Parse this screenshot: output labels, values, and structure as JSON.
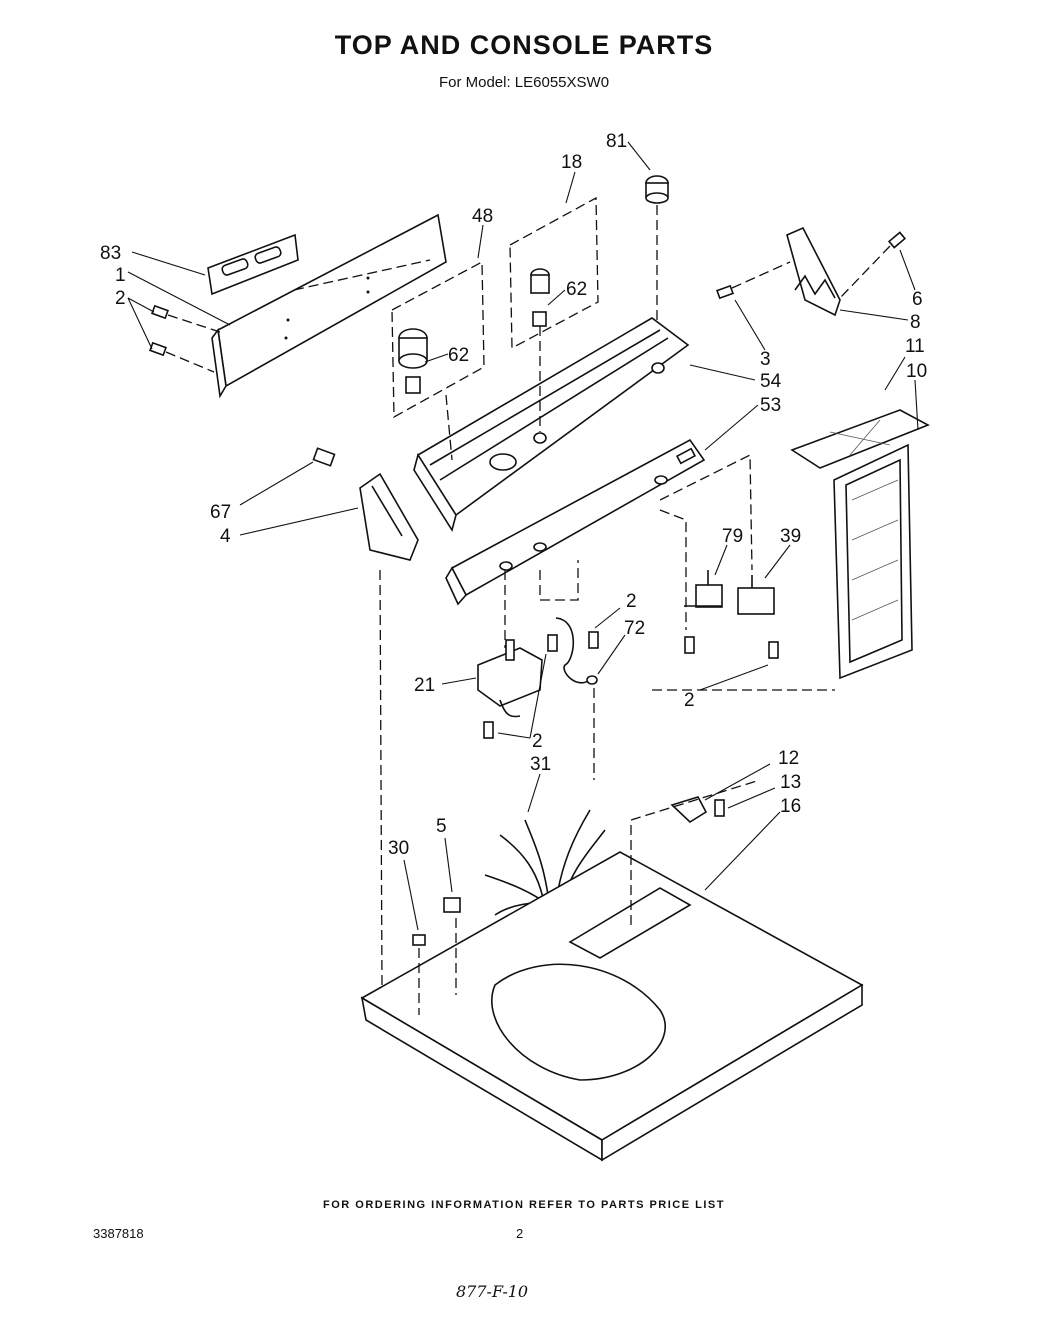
{
  "header": {
    "title": "TOP AND CONSOLE PARTS",
    "subtitle": "For Model: LE6055XSW0"
  },
  "callouts": [
    {
      "id": "c81",
      "label": "81"
    },
    {
      "id": "c18",
      "label": "18"
    },
    {
      "id": "c48",
      "label": "48"
    },
    {
      "id": "c83",
      "label": "83"
    },
    {
      "id": "c1",
      "label": "1"
    },
    {
      "id": "c2a",
      "label": "2"
    },
    {
      "id": "c62a",
      "label": "62"
    },
    {
      "id": "c62b",
      "label": "62"
    },
    {
      "id": "c6",
      "label": "6"
    },
    {
      "id": "c8",
      "label": "8"
    },
    {
      "id": "c3",
      "label": "3"
    },
    {
      "id": "c54",
      "label": "54"
    },
    {
      "id": "c53",
      "label": "53"
    },
    {
      "id": "c11",
      "label": "11"
    },
    {
      "id": "c10",
      "label": "10"
    },
    {
      "id": "c67",
      "label": "67"
    },
    {
      "id": "c4",
      "label": "4"
    },
    {
      "id": "c79",
      "label": "79"
    },
    {
      "id": "c39",
      "label": "39"
    },
    {
      "id": "c2b",
      "label": "2"
    },
    {
      "id": "c72",
      "label": "72"
    },
    {
      "id": "c21",
      "label": "21"
    },
    {
      "id": "c2c",
      "label": "2"
    },
    {
      "id": "c2d",
      "label": "2"
    },
    {
      "id": "c12",
      "label": "12"
    },
    {
      "id": "c13",
      "label": "13"
    },
    {
      "id": "c16",
      "label": "16"
    },
    {
      "id": "c31",
      "label": "31"
    },
    {
      "id": "c5",
      "label": "5"
    },
    {
      "id": "c30",
      "label": "30"
    }
  ],
  "footer": {
    "ordering_note": "FOR ORDERING INFORMATION REFER TO PARTS PRICE LIST",
    "document_number": "3387818",
    "page_number": "2",
    "handwritten_note": "877-F-10"
  }
}
